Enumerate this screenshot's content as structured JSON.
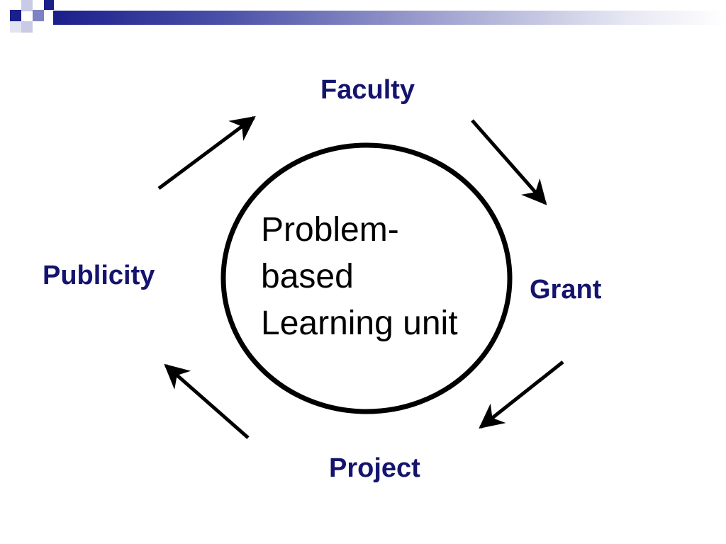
{
  "colors": {
    "label": "#14146e",
    "header_dark": "#1b1f8a",
    "header_mid": "#7d82c3",
    "header_light": "#c9cbe6",
    "stroke": "#000000"
  },
  "diagram": {
    "center_lines": [
      "Problem-",
      "based",
      "Learning unit"
    ],
    "nodes": {
      "faculty": "Faculty",
      "grant": "Grant",
      "project": "Project",
      "publicity": "Publicity"
    }
  }
}
